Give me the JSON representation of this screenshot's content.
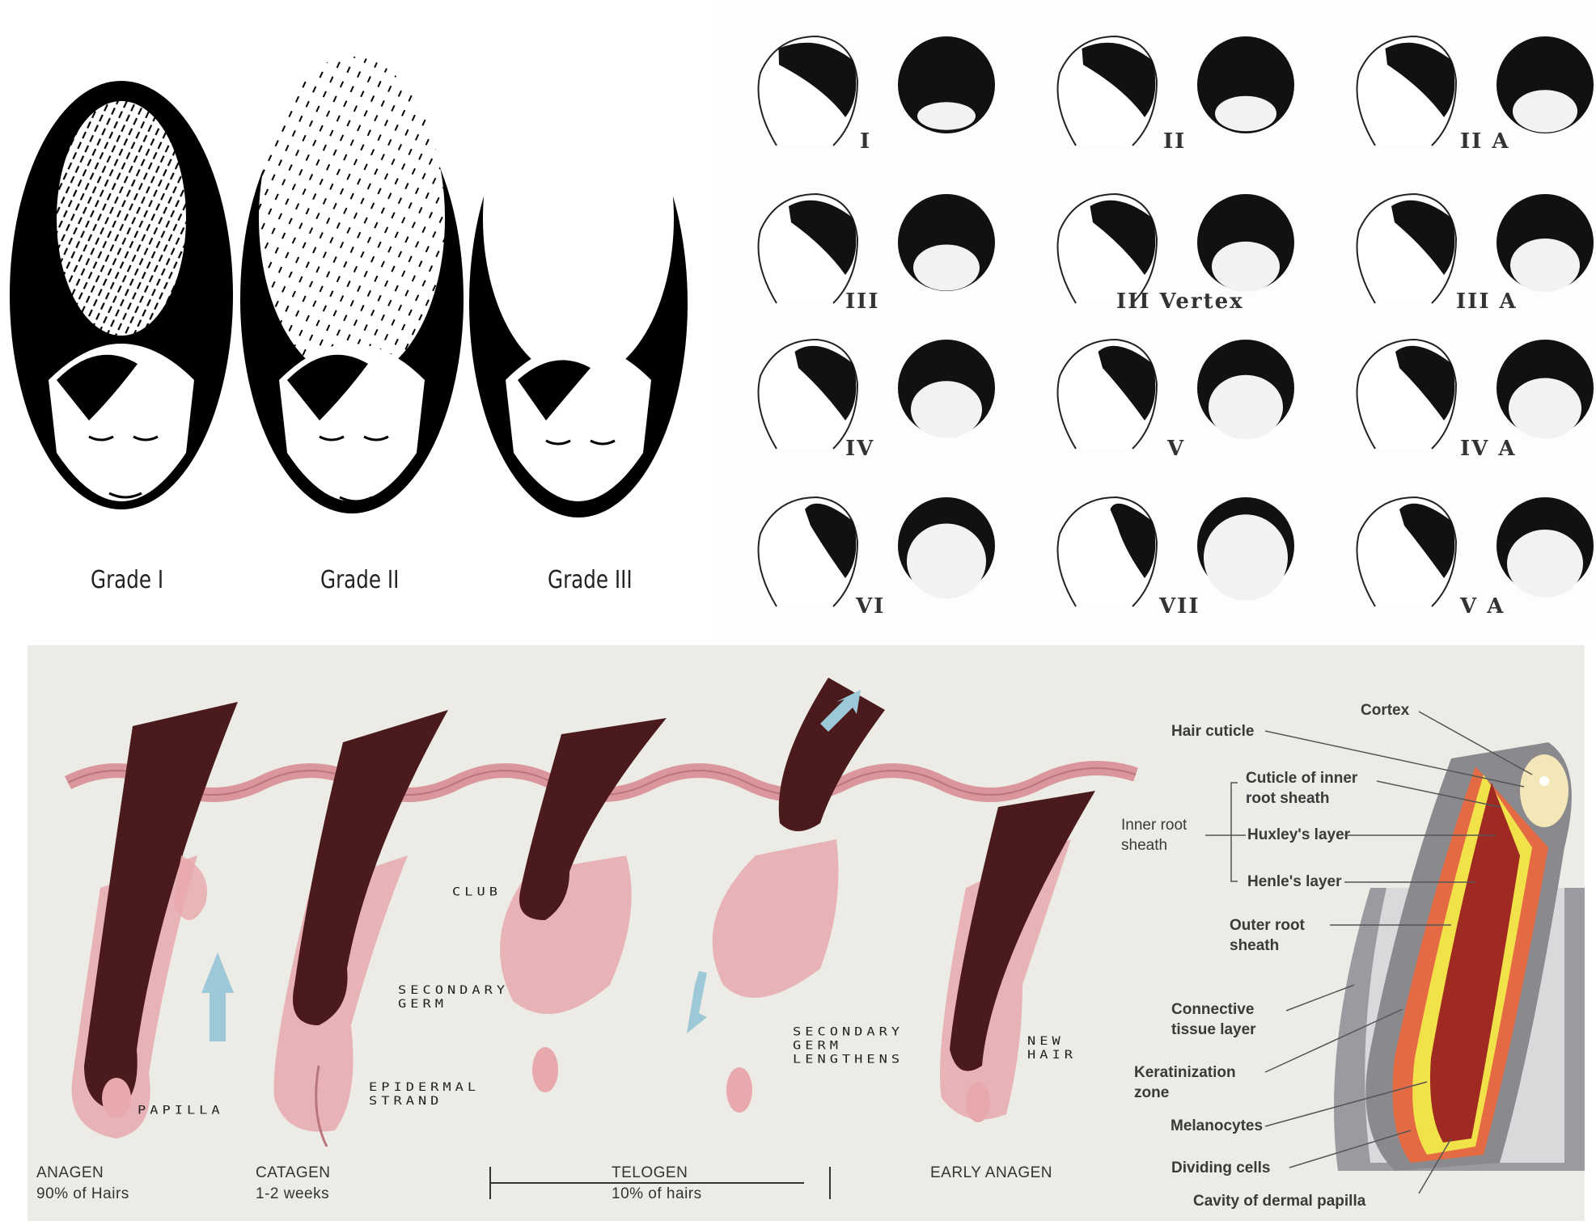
{
  "ludwig": {
    "grades": [
      "Grade I",
      "Grade II",
      "Grade III"
    ]
  },
  "norwood": {
    "stages": [
      "I",
      "II",
      "II A",
      "III",
      "III Vertex",
      "III A",
      "IV",
      "V",
      "IV A",
      "VI",
      "VII",
      "V A"
    ]
  },
  "hair_cycle": {
    "stages": [
      {
        "name": "ANAGEN",
        "detail": "90% of Hairs"
      },
      {
        "name": "CATAGEN",
        "detail": "1-2 weeks"
      },
      {
        "name": "TELOGEN",
        "detail": "10% of hairs"
      },
      {
        "name": "EARLY ANAGEN",
        "detail": ""
      }
    ],
    "labels": {
      "papilla": "PAPILLA",
      "epidermal_strand_1": "EPIDERMAL",
      "epidermal_strand_2": "STRAND",
      "club": "CLUB",
      "secondary_germ_1": "SECONDARY",
      "secondary_germ_2": "GERM",
      "germ_lengthens_1": "SECONDARY",
      "germ_lengthens_2": "GERM",
      "germ_lengthens_3": "LENGTHENS",
      "new_hair_1": "NEW",
      "new_hair_2": "HAIR"
    }
  },
  "follicle_anatomy": {
    "cortex": "Cortex",
    "hair_cuticle": "Hair cuticle",
    "cuticle_inner_1": "Cuticle of inner",
    "cuticle_inner_2": "root sheath",
    "inner_root_1": "Inner root",
    "inner_root_2": "sheath",
    "huxley": "Huxley's layer",
    "henle": "Henle's layer",
    "outer_root_1": "Outer root",
    "outer_root_2": "sheath",
    "connective_1": "Connective",
    "connective_2": "tissue layer",
    "keratin_1": "Keratinization",
    "keratin_2": "zone",
    "melanocytes": "Melanocytes",
    "dividing": "Dividing cells",
    "cavity": "Cavity of dermal papilla"
  },
  "colors": {
    "skin_pink": "#e8a9ad",
    "hair_dark": "#4a1a1c",
    "arrow_blue": "#9cc8d8",
    "panel_bg": "#ecebe6"
  }
}
